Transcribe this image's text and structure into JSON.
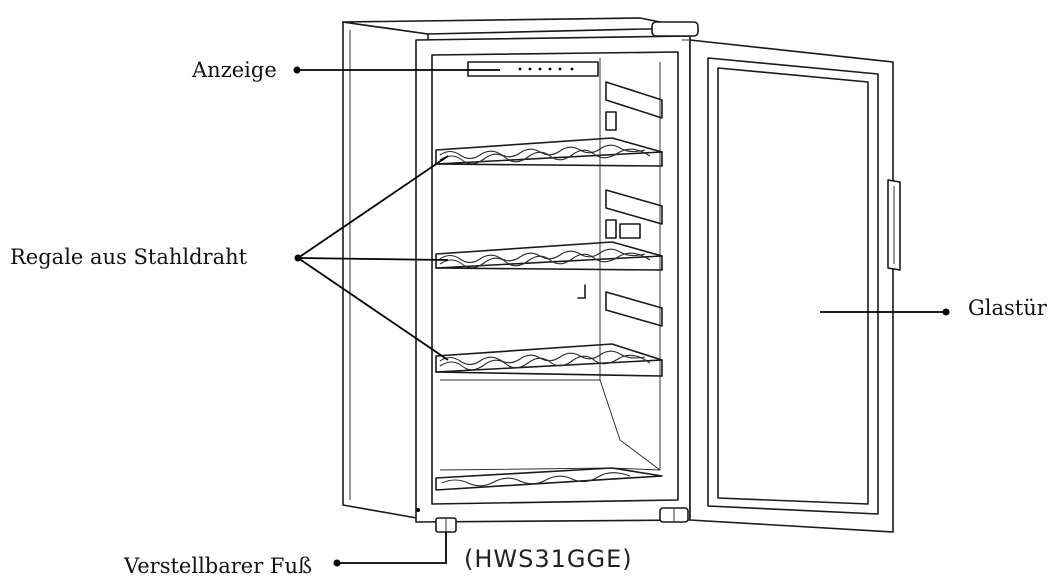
{
  "labels": {
    "display": "Anzeige",
    "shelves": "Regale aus Stahldraht",
    "glass_door": "Glastür",
    "adjustable_foot": "Verstellbarer Fuß",
    "model": "(HWS31GGE)"
  },
  "colors": {
    "line": "#1a1a1a",
    "background": "#ffffff"
  }
}
